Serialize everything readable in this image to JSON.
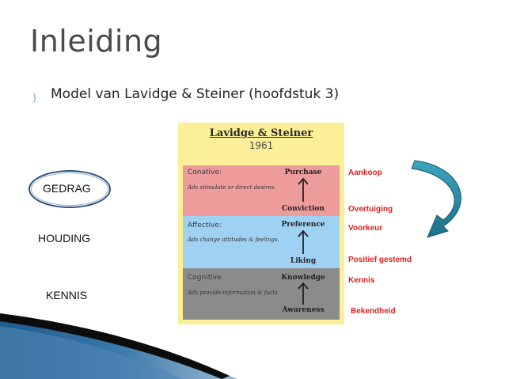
{
  "slide": {
    "title": "Inleiding",
    "bullet_glyph": "}",
    "bullet_text": "Model van Lavidge & Steiner (hoofdstuk 3)"
  },
  "model": {
    "title": "Lavidge & Steiner",
    "year": "1961",
    "stages": [
      {
        "name": "Conative:",
        "description": "Ads stimulate or direct desires."
      },
      {
        "name": "Affective:",
        "description": "Ads change attitudes & feelings."
      },
      {
        "name": "Cognitive",
        "description": "Ads provide information & facts."
      }
    ],
    "steps": [
      "Purchase",
      "Conviction",
      "Preference",
      "Liking",
      "Knowledge",
      "Awareness"
    ]
  },
  "dutch_labels": [
    "Aankoop",
    "Overtuiging",
    "Voorkeur",
    "Positief gestemd",
    "Kennis",
    "Bekendheid"
  ],
  "left_labels": {
    "gedrag": "GEDRAG",
    "houding": "HOUDING",
    "kennis": "KENNIS"
  },
  "colors": {
    "conative": "#ee9b9b",
    "affective": "#9fd1f2",
    "cognitive": "#8b8b8b",
    "frame": "#fcef99",
    "accent_red": "#e02020",
    "curved_arrow": "#2b8fa5"
  }
}
